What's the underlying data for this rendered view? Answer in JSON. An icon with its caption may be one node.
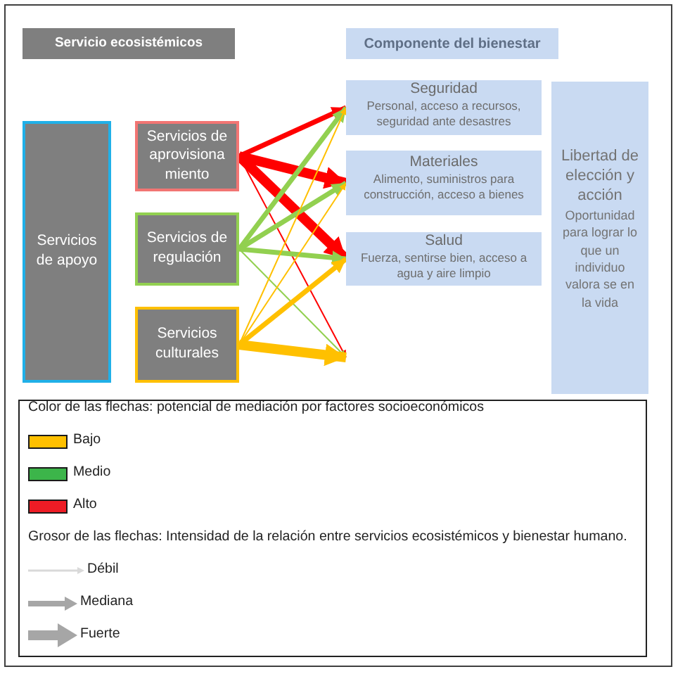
{
  "diagram": {
    "nodes": [
      {
        "text": [
          "Servicio ecosistémicos"
        ]
      },
      {
        "text": [
          "Componente del bienestar"
        ]
      },
      {
        "text": [
          "Servicios de apoyo"
        ]
      },
      {
        "text": [
          "Servicios de aprovisiona miento"
        ]
      },
      {
        "text": [
          "Servicios de regulación"
        ]
      },
      {
        "text": [
          "Servicios culturales"
        ]
      },
      {
        "text": [
          "Seguridad",
          "Personal, acceso a recursos, seguridad ante desastres"
        ]
      },
      {
        "text": [
          "Materiales",
          "Alimento, suministros para construcción, acceso a bienes"
        ]
      },
      {
        "text": [
          "Salud",
          "Fuerza, sentirse bien, acceso a agua y aire limpio"
        ]
      },
      {
        "text": [
          "Libertad de elección y acción",
          "Oportunidad para lograr lo que un individuo valora se en la vida"
        ]
      }
    ],
    "edges": [
      {
        "from": 3,
        "to": 6,
        "arrow": "to",
        "color": "#ff0000"
      },
      {
        "from": 3,
        "to": 7,
        "arrow": "to",
        "style": "thick",
        "color": "#ff0000"
      },
      {
        "from": 3,
        "to": 8,
        "arrow": "to",
        "style": "thick",
        "color": "#ff0000"
      },
      {
        "from": 3,
        "to": null,
        "arrow": "to",
        "color": "#ff0000"
      },
      {
        "from": 4,
        "to": 6,
        "arrow": "to",
        "color": "#92d050"
      },
      {
        "from": 4,
        "to": 7,
        "arrow": "to",
        "color": "#92d050"
      },
      {
        "from": 4,
        "to": 8,
        "arrow": "to",
        "color": "#92d050"
      },
      {
        "from": 4,
        "to": null,
        "arrow": "to",
        "color": "#92d050"
      },
      {
        "from": 5,
        "to": 6,
        "arrow": "to",
        "color": "#ffc000"
      },
      {
        "from": 5,
        "to": 7,
        "arrow": "to",
        "color": "#ffc000"
      },
      {
        "from": 5,
        "to": 8,
        "arrow": "to",
        "color": "#ffc000"
      },
      {
        "from": 5,
        "to": null,
        "arrow": "to",
        "style": "thick",
        "color": "#ffc000"
      }
    ],
    "labels": [
      "Color de las flechas: potencial de mediación por factores socioeconómicos",
      "Grosor de las flechas: Intensidad de la relación entre servicios ecosistémicos y bienestar humano."
    ],
    "legend": [
      {
        "text": "Bajo",
        "color": "#ffc000"
      },
      {
        "text": "Medio",
        "color": "#3cb54a"
      },
      {
        "text": "Alto",
        "color": "#ee1c25"
      },
      {
        "text": "Débil"
      },
      {
        "text": "Mediana"
      },
      {
        "text": "Fuerte"
      }
    ]
  }
}
